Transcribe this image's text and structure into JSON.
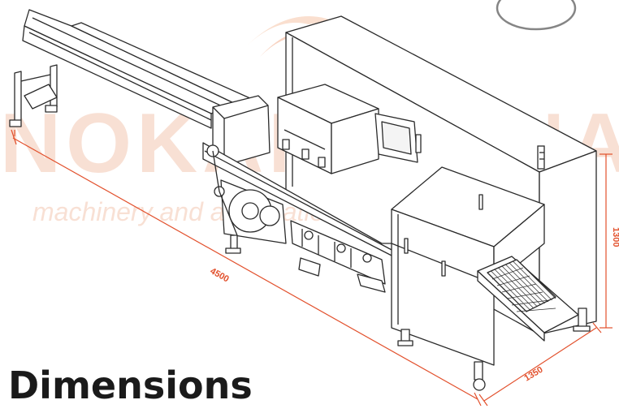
{
  "figure": {
    "title": "Dimensions",
    "dimension_color": "#e2502c",
    "line_color": "#2a2a2a"
  },
  "dimensions": {
    "length": "4500",
    "width": "1350",
    "height": "1300"
  },
  "watermark": {
    "brand": "NOKAMAKINA",
    "tagline": "machinery and automation solutions",
    "color": "#f2b79a"
  }
}
